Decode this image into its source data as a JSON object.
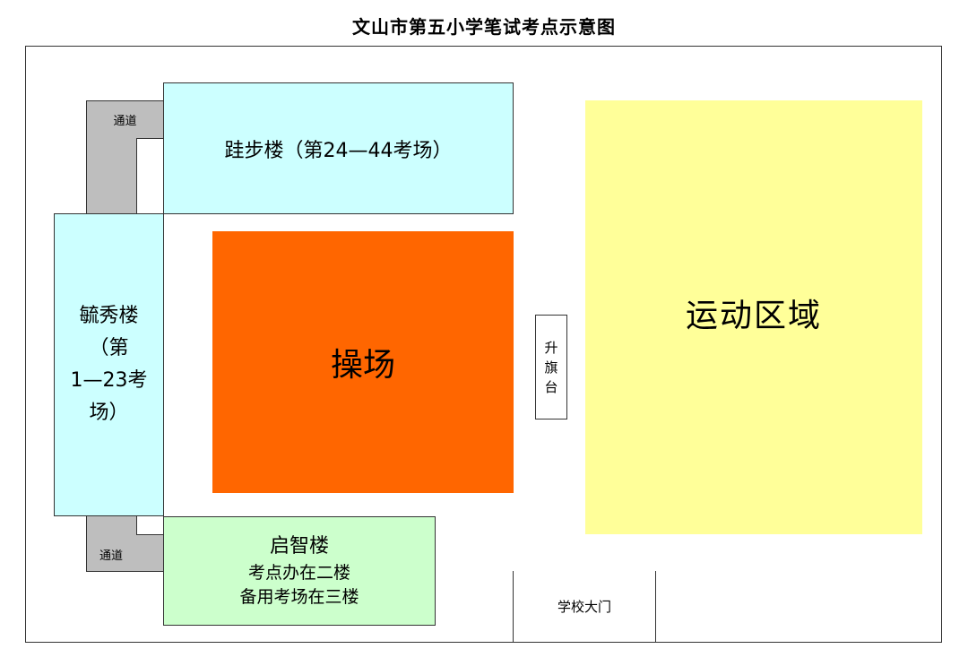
{
  "title": "文山市第五小学笔试考点示意图",
  "passages": {
    "top": "通道",
    "bottom": "通道"
  },
  "buildings": {
    "top": "跬步楼（第24—44考场）",
    "left_lines": [
      "毓秀楼",
      "（第",
      "1—23考",
      "场）"
    ],
    "bottom": {
      "name": "启智楼",
      "line1": "考点办在二楼",
      "line2": "备用考场在三楼"
    }
  },
  "playground": "操场",
  "flag_platform_chars": [
    "升",
    "旗",
    "台"
  ],
  "sports_area": "运动区域",
  "gate": "学校大门",
  "colors": {
    "building_cyan": "#ccffff",
    "building_green": "#ccffcc",
    "playground_orange": "#ff6600",
    "sports_yellow": "#ffff99",
    "passage_gray": "#bebebe"
  }
}
